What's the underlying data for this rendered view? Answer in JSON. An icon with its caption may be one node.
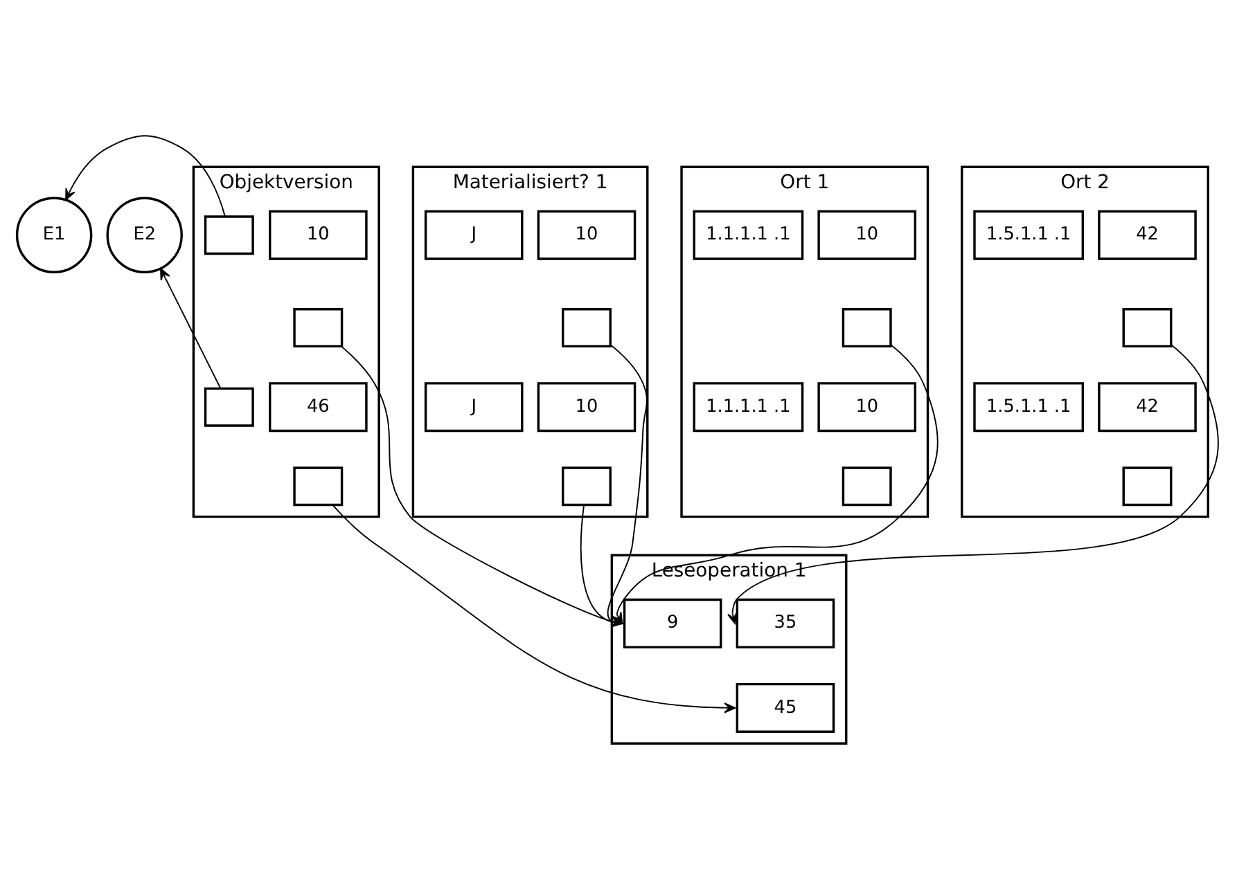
{
  "diagram": {
    "nodes": [
      {
        "text": [
          "E1"
        ]
      },
      {
        "text": [
          "E2"
        ]
      },
      {
        "text": [
          "Materialisiert? 1"
        ]
      },
      {
        "text": [
          "J"
        ],
        "in": 2
      },
      {
        "text": [
          "10"
        ],
        "in": 2
      },
      {
        "text": [],
        "shape": "box",
        "in": 2
      },
      {
        "text": [
          "J"
        ],
        "in": 2
      },
      {
        "text": [
          "10"
        ],
        "in": 2
      },
      {
        "text": [],
        "shape": "box",
        "in": 2
      },
      {
        "text": [
          "Objektversion"
        ]
      },
      {
        "text": [],
        "shape": "box",
        "in": 9
      },
      {
        "text": [
          "10"
        ],
        "in": 9
      },
      {
        "text": [],
        "shape": "box",
        "in": 9
      },
      {
        "text": [],
        "shape": "box",
        "in": 9
      },
      {
        "text": [
          "46"
        ],
        "in": 9
      },
      {
        "text": [],
        "shape": "box",
        "in": 9
      },
      {
        "text": [
          "Ort 1"
        ]
      },
      {
        "text": [
          "1.1.1.1 .1"
        ],
        "in": 16
      },
      {
        "text": [
          "10"
        ],
        "in": 16
      },
      {
        "text": [],
        "shape": "box",
        "in": 16
      },
      {
        "text": [
          "1.1.1.1 .1"
        ],
        "in": 16
      },
      {
        "text": [
          "10"
        ],
        "in": 16
      },
      {
        "text": [],
        "shape": "box",
        "in": 16
      },
      {
        "text": [
          "Ort 2"
        ]
      },
      {
        "text": [
          "1.5.1.1 .1"
        ],
        "in": 23
      },
      {
        "text": [
          "42"
        ],
        "in": 23
      },
      {
        "text": [],
        "shape": "box",
        "in": 23
      },
      {
        "text": [
          "1.5.1.1 .1"
        ],
        "in": 23
      },
      {
        "text": [
          "42"
        ],
        "in": 23
      },
      {
        "text": [],
        "shape": "box",
        "in": 23
      },
      {
        "text": [
          "Leseoperation 1"
        ]
      },
      {
        "text": [
          "9"
        ],
        "in": 30
      },
      {
        "text": [
          "35"
        ],
        "in": 30
      },
      {
        "text": [
          "45"
        ],
        "in": 30
      }
    ],
    "edges": [
      {
        "from": 10,
        "to": 0,
        "arrow": "to"
      },
      {
        "from": 13,
        "to": 1,
        "arrow": "to"
      },
      {
        "from": 5,
        "to": 31,
        "arrow": "to"
      },
      {
        "from": 8,
        "to": 31,
        "arrow": "to"
      },
      {
        "from": 12,
        "to": 31,
        "arrow": "to"
      },
      {
        "from": 19,
        "to": 31,
        "arrow": "to"
      },
      {
        "from": 26,
        "to": 32,
        "arrow": "to"
      },
      {
        "from": 15,
        "to": 33,
        "arrow": "to"
      }
    ]
  }
}
